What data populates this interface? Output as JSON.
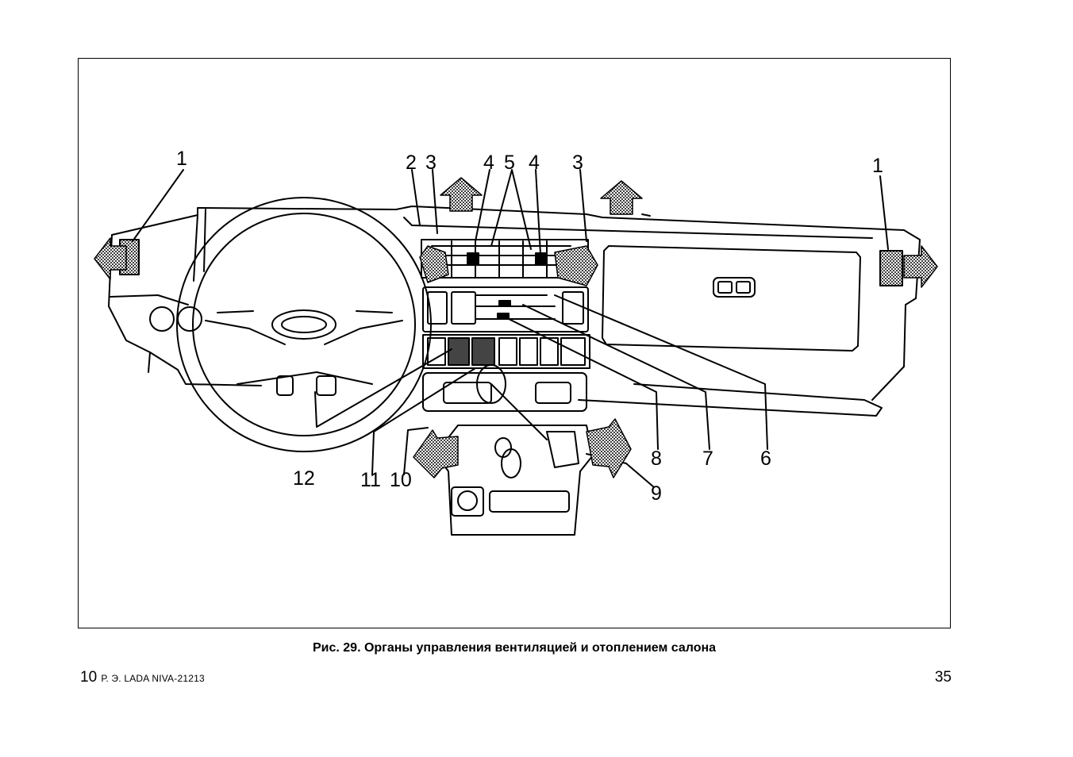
{
  "figure": {
    "callouts": {
      "c1_left": "1",
      "c2": "2",
      "c3_left": "3",
      "c4_left": "4",
      "c5": "5",
      "c4_right": "4",
      "c3_right": "3",
      "c1_right": "1",
      "c12": "12",
      "c11": "11",
      "c10": "10",
      "c8": "8",
      "c7": "7",
      "c6": "6",
      "c9": "9"
    }
  },
  "caption": "Рис. 29. Органы управления вентиляцией и отоплением салона",
  "footer": {
    "left_number": "10",
    "left_text": "Р. Э. LADA NIVA-21213",
    "page_number": "35"
  }
}
